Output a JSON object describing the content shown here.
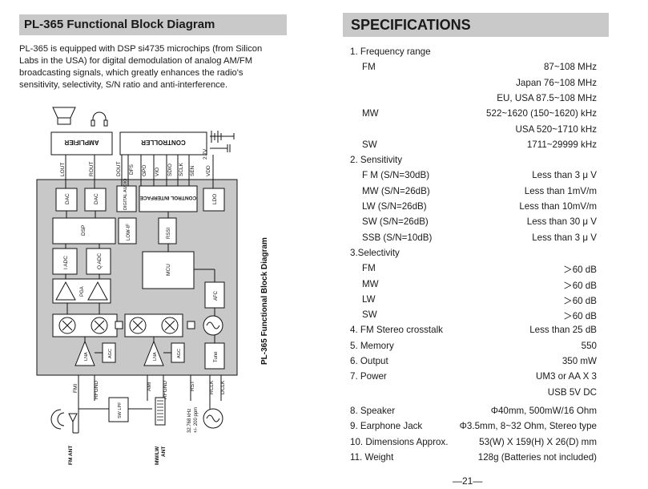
{
  "left": {
    "title": "PL-365 Functional Block Diagram",
    "intro_lines": [
      "PL-365 is equipped with DSP si4735 microchips (from Silicon",
      "Labs in the USA) for digital demodulation of analog AM/FM",
      "broadcasting signals, which greatly enhances the radio's",
      "sensitivity, selectivity, S/N ratio and anti-interference."
    ]
  },
  "diagram": {
    "side_title": "PL-365 Functional Block Diagram",
    "amplifier": "AMPLIFIER",
    "controller": "CONTROLLER",
    "dac1": "DAC",
    "dac2": "DAC",
    "digital_audio": "DIGITAL AUDIO",
    "control_interface": "CONTROL INTERFACE",
    "ldo": "LDO",
    "dsp": "DSP",
    "low_if": "LOW-IF",
    "rssi": "RSSI",
    "i_adc": "I ADC",
    "q_adc": "Q ADC",
    "mcu": "MCU",
    "pga": "PGA",
    "afc": "AFC",
    "agc1": "AGC",
    "agc2": "AGC",
    "lna1": "LNA",
    "lna2": "LNA",
    "tune": "Tune",
    "sw_lpf": "SW LPF",
    "pins_top": [
      "LOUT",
      "ROUT",
      "DOUT",
      "DFS",
      "GPO",
      "VIO",
      "SDIO",
      "SCLK",
      "SEN",
      "VDD"
    ],
    "voltage": "2.7V",
    "pins_bottom": [
      "FMI",
      "RFGND",
      "AMI",
      "RFGND",
      "RST",
      "RCLK",
      "DCLK"
    ],
    "crystal": [
      "32.768 kHz",
      "+/- 200 ppm"
    ],
    "fm_ant": "FM ANT",
    "mw_lw_ant": [
      "MW/LW",
      "ANT"
    ]
  },
  "specs": {
    "title": "SPECIFICATIONS",
    "rows": [
      {
        "label": "1. Frequency range",
        "value": ""
      },
      {
        "label": "FM",
        "value": "87~108  MHz"
      },
      {
        "label": "",
        "value": "Japan 76~108 MHz"
      },
      {
        "label": "",
        "value": "EU, USA 87.5~108 MHz"
      },
      {
        "label": "MW",
        "value": "522~1620 (150~1620) kHz"
      },
      {
        "label": "",
        "value": "USA 520~1710  kHz"
      },
      {
        "label": "SW",
        "value": "1711~29999 kHz"
      },
      {
        "label": "2. Sensitivity",
        "value": ""
      },
      {
        "label": "F M (S/N=30dB)",
        "value": "Less than 3 μ V"
      },
      {
        "label": "MW (S/N=26dB)",
        "value": "Less than 1mV/m"
      },
      {
        "label": "LW (S/N=26dB)",
        "value": "Less than 10mV/m"
      },
      {
        "label": "SW (S/N=26dB)",
        "value": "Less than 30 μ V"
      },
      {
        "label": "SSB (S/N=10dB)",
        "value": "Less than 3 μ V"
      },
      {
        "label": "3.Selectivity",
        "value": ""
      },
      {
        "label": "FM",
        "value": "＞60 dB"
      },
      {
        "label": "MW",
        "value": "＞60 dB"
      },
      {
        "label": "LW",
        "value": "＞60 dB"
      },
      {
        "label": "SW",
        "value": "＞60 dB"
      },
      {
        "label": "4. FM Stereo crosstalk",
        "value": "Less than 25 dB"
      },
      {
        "label": "5. Memory",
        "value": "550"
      },
      {
        "label": "6. Output",
        "value": "350 mW"
      },
      {
        "label": "7. Power",
        "value": "UM3 or AA X 3"
      },
      {
        "label": "",
        "value": "USB 5V DC"
      },
      {
        "label": "8. Speaker",
        "value": "Φ40mm,  500mW/16 Ohm"
      },
      {
        "label": "9. Earphone Jack",
        "value": "Φ3.5mm, 8~32 Ohm, Stereo type"
      },
      {
        "label": "10. Dimensions Approx.",
        "value": "53(W) X 159(H) X 26(D) mm"
      },
      {
        "label": "11. Weight",
        "value": "128g  (Batteries not included)"
      }
    ]
  },
  "page_number": "—21—"
}
